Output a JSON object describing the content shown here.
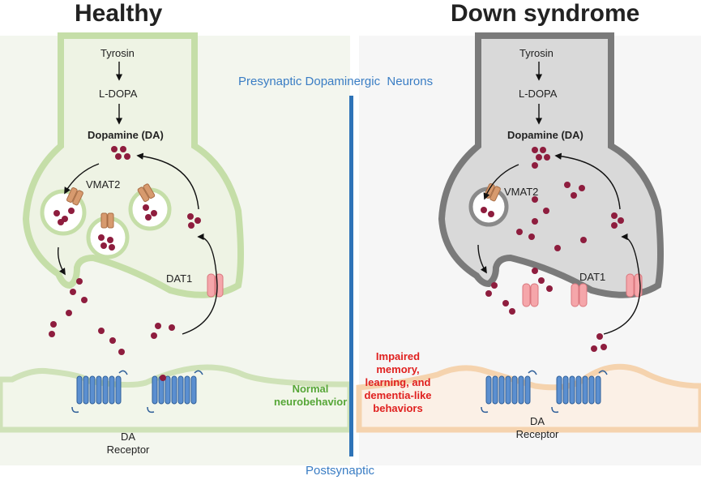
{
  "titles": {
    "left": "Healthy",
    "right": "Down syndrome"
  },
  "center": {
    "presynaptic": "Presynaptic Dopaminergic  Neurons",
    "postsynaptic": "Postsynaptic"
  },
  "healthy": {
    "tyrosin": "Tyrosin",
    "ldopa": "L-DOPA",
    "dopamine": "Dopamine (DA)",
    "vmat2": "VMAT2",
    "dat1": "DAT1",
    "outcome": "Normal\nneurobehavior",
    "receptor": "DA\nReceptor"
  },
  "down": {
    "tyrosin": "Tyrosin",
    "ldopa": "L-DOPA",
    "dopamine": "Dopamine (DA)",
    "vmat2": "VMAT2",
    "dat1": "DAT1",
    "outcome": "Impaired\nmemory,\nlearning, and\ndementia-like\nbehaviors",
    "receptor": "DA\nReceptor"
  },
  "colors": {
    "healthy_fill": "#eef3e4",
    "healthy_stroke": "#b8d49a",
    "down_fill": "#dedede",
    "down_stroke": "#8a8a8a",
    "post_fill": "#fbf0e6",
    "post_stroke": "#f0c698",
    "dopamine": "#8e1d3e",
    "divider": "#2f74b8",
    "center_text": "#3a7dc4",
    "normal_text": "#56a637",
    "impaired_text": "#e0201f"
  }
}
